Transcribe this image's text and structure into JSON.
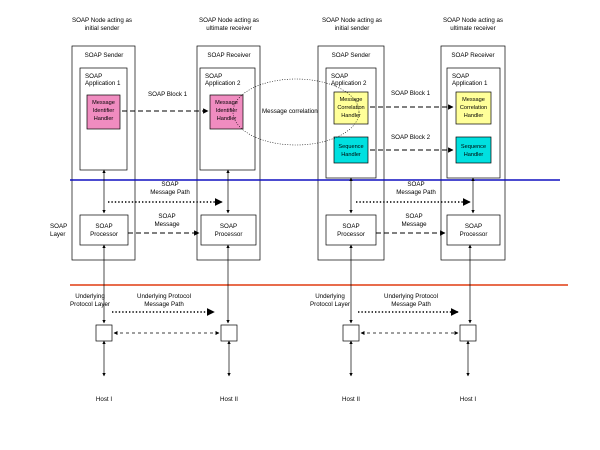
{
  "colors": {
    "identifier_handler_fill": "#f08cc0",
    "correlation_handler_fill": "#ffff99",
    "sequence_handler_fill": "#00e0e0",
    "soap_layer_line": "#1010c0",
    "protocol_layer_line": "#e03c10"
  },
  "nodes": [
    {
      "role_line1": "SOAP Node acting as",
      "role_line2": "initial sender",
      "title": "SOAP Sender",
      "app_line1": "SOAP",
      "app_line2": "Application 1",
      "handler1": [
        "Message",
        "Identifier",
        "Handler"
      ],
      "processor": [
        "SOAP",
        "Processor"
      ],
      "host": "Host I"
    },
    {
      "role_line1": "SOAP Node acting as",
      "role_line2": "ultimate receiver",
      "title": "SOAP Receiver",
      "app_line1": "SOAP",
      "app_line2": "Application 2",
      "handler1": [
        "Message",
        "Identifier",
        "Handler"
      ],
      "processor": [
        "SOAP",
        "Processor"
      ],
      "host": "Host II"
    },
    {
      "role_line1": "SOAP Node acting as",
      "role_line2": "initial sender",
      "title": "SOAP Sender",
      "app_line1": "SOAP",
      "app_line2": "Application 2",
      "handler1": [
        "Message",
        "Correlation",
        "Handler"
      ],
      "handler2": [
        "Sequence",
        "Handler"
      ],
      "processor": [
        "SOAP",
        "Processor"
      ],
      "host": "Host II"
    },
    {
      "role_line1": "SOAP Node acting as",
      "role_line2": "ultimate receiver",
      "title": "SOAP Receiver",
      "app_line1": "SOAP",
      "app_line2": "Application 1",
      "handler1": [
        "Message",
        "Correlation",
        "Handler"
      ],
      "handler2": [
        "Sequence",
        "Handler"
      ],
      "processor": [
        "SOAP",
        "Processor"
      ],
      "host": "Host I"
    }
  ],
  "labels": {
    "block1_left": "SOAP Block 1",
    "block1_right": "SOAP Block 1",
    "block2_right": "SOAP Block 2",
    "message_correlation": "Message correlation",
    "message_path_left": [
      "SOAP",
      "Message Path"
    ],
    "message_path_right": [
      "SOAP",
      "Message Path"
    ],
    "message_left": [
      "SOAP",
      "Message"
    ],
    "message_right": [
      "SOAP",
      "Message"
    ],
    "soap_layer": [
      "SOAP",
      "Layer"
    ],
    "protocol_layer_left": [
      "Underlying",
      "Protocol Layer"
    ],
    "protocol_layer_right": [
      "Underlying",
      "Protocol Layer"
    ],
    "protocol_path_left": [
      "Underlying Protocol",
      "Message Path"
    ],
    "protocol_path_right": [
      "Underlying Protocol",
      "Message Path"
    ]
  }
}
